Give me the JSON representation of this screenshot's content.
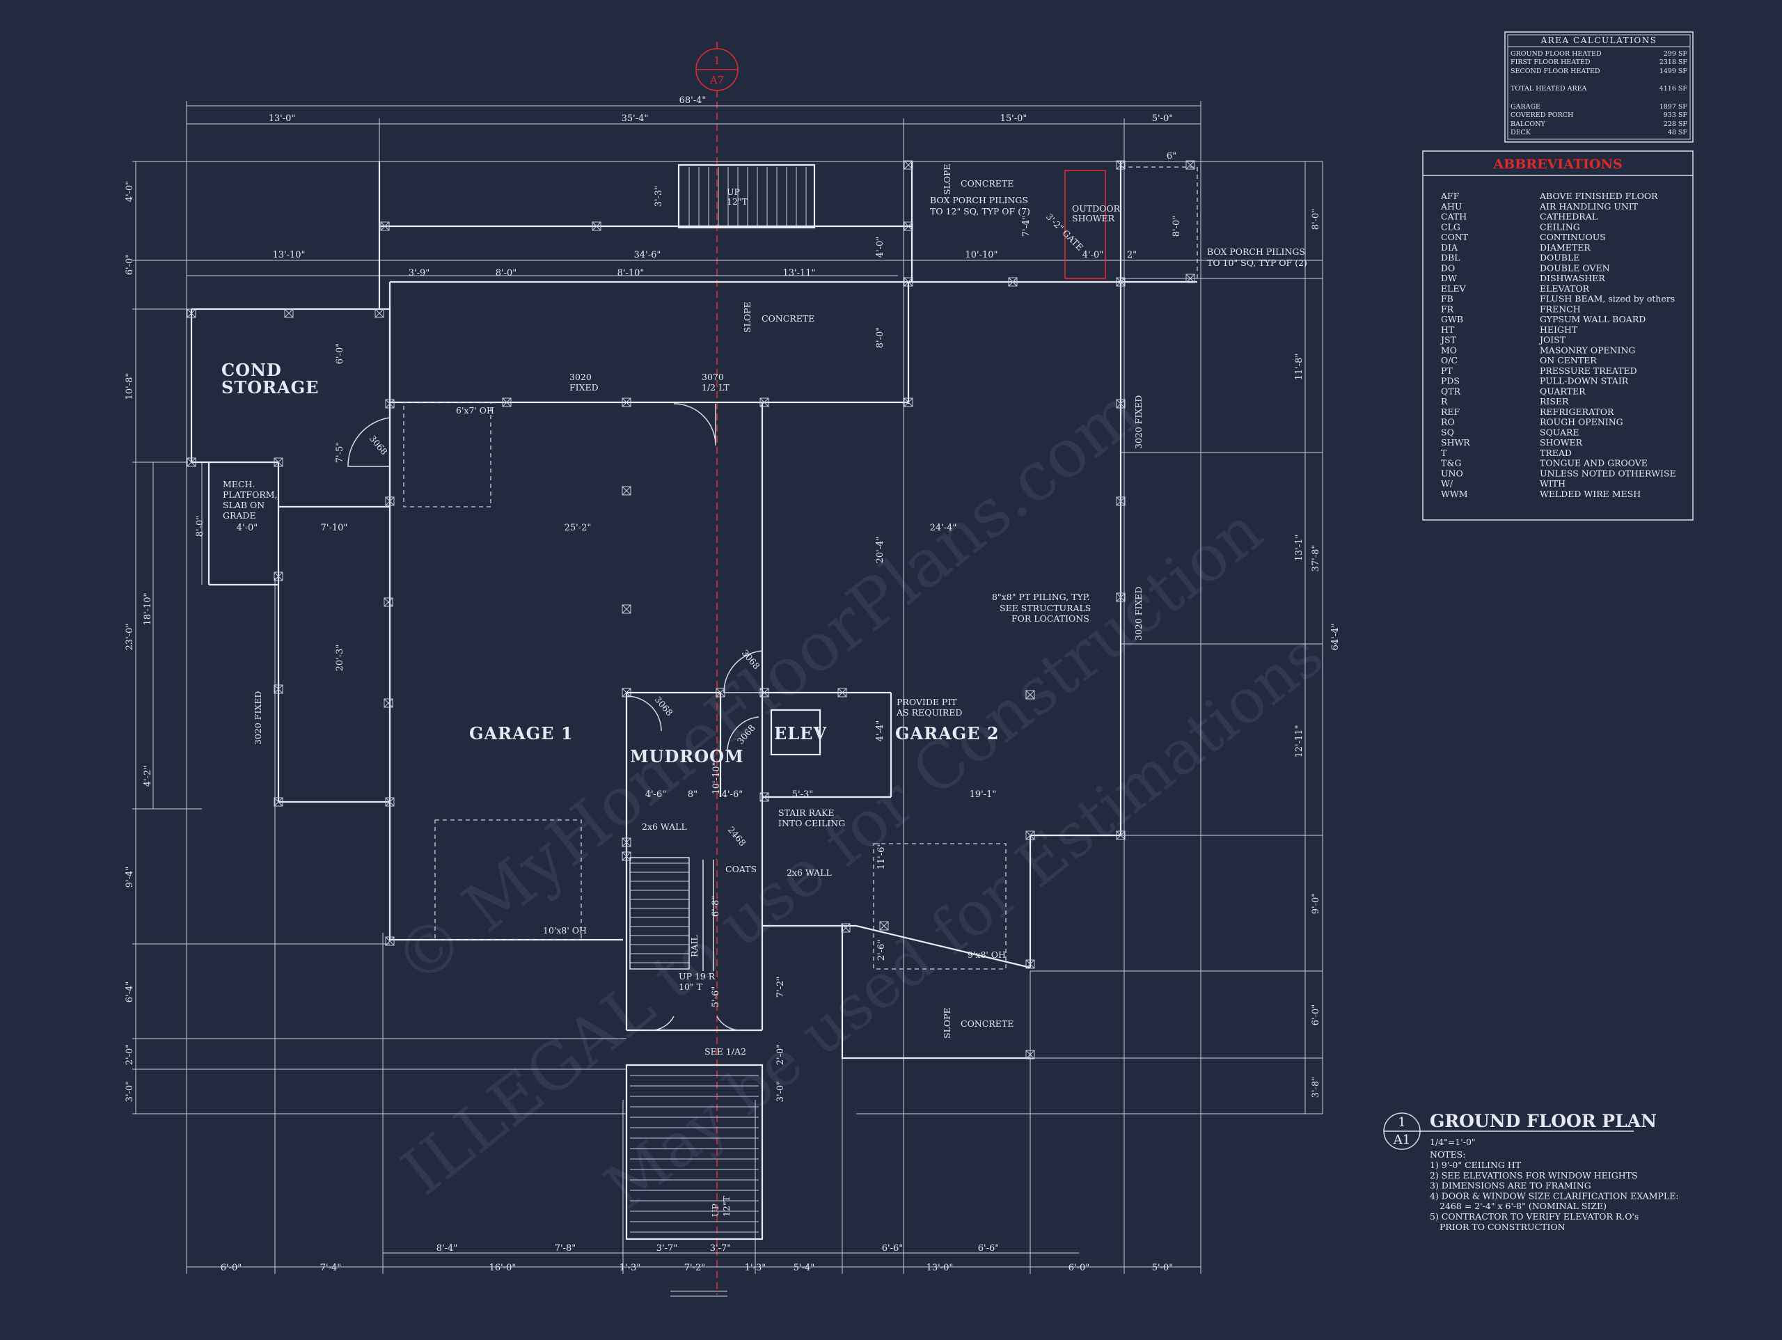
{
  "section_marker": {
    "number": "1",
    "sheet": "A7"
  },
  "dims": {
    "overall": "68'-4\"",
    "top": [
      "13'-0\"",
      "35'-4\"",
      "15'-0\"",
      "5'-0\""
    ],
    "row2": [
      "13'-10\"",
      "34'-6\"",
      "10'-10\"",
      "4'-0\"",
      "2\""
    ],
    "row3": [
      "3'-9\"",
      "8'-0\"",
      "8'-10\"",
      "13'-11\""
    ],
    "bottom": [
      "6'-0\"",
      "7'-4\"",
      "16'-0\"",
      "1'-3\"",
      "7'-2\"",
      "1'-3\"",
      "5'-4\"",
      "13'-0\"",
      "6'-0\"",
      "5'-0\""
    ],
    "bottom2": [
      "8'-4\"",
      "7'-8\"",
      "3'-7\"",
      "3'-7\"",
      "6'-6\"",
      "6'-6\""
    ],
    "left": [
      "4'-0\"",
      "6'-0\"",
      "10'-8\"",
      "23'-0\"",
      "9'-4\"",
      "6'-4\"",
      "2'-0\"",
      "3'-0\""
    ],
    "left_inner": [
      "18'-10\"",
      "8'-0\"",
      "4'-2\""
    ],
    "right": [
      "8'-0\"",
      "11'-8\"",
      "13'-1\"",
      "37'-8\"",
      "64'-4\"",
      "12'-11\"",
      "9'-0\"",
      "6'-0\"",
      "3'-8\""
    ],
    "misc": {
      "d_3_3": "3'-3\"",
      "d_6_0": "6'-0\"",
      "d_7_5": "7'-5\"",
      "d_4_0": "4'-0\"",
      "d_7_10": "7'-10\"",
      "d_25_2": "25'-2\"",
      "d_24_4": "24'-4\"",
      "d_20_3": "20'-3\"",
      "d_20_4": "20'-4\"",
      "d_8_0a": "8'-0\"",
      "d_4_0b": "4'-0\"",
      "d_4_6a": "4'-6\"",
      "d_8": "8\"",
      "d_4_6b": "4'-6\"",
      "d_5_3": "5'-3\"",
      "d_19_1": "19'-1\"",
      "d_10_10": "10'-10\"",
      "d_4_4": "4'-4\"",
      "d_11_6": "11'-6\"",
      "d_2_6": "2'-6\"",
      "d_6_8": "6'-8\"",
      "d_5_6": "5'-6\"",
      "d_7_2": "7'-2\"",
      "d_2_0": "2'-0\"",
      "d_3_0": "3'-0\"",
      "d_7_4": "7'-4\"",
      "d_8_0b": "8'-0\"",
      "d_6": "6\""
    }
  },
  "rooms": {
    "cond_storage": [
      "COND",
      "STORAGE"
    ],
    "garage1": "GARAGE 1",
    "garage2": "GARAGE 2",
    "mudroom": "MUDROOM",
    "elev": "ELEV"
  },
  "labels": {
    "stair_top": [
      "UP",
      "12\"T"
    ],
    "concrete1": "CONCRETE",
    "concrete2": "CONCRETE",
    "concrete3": "CONCRETE",
    "slope": "SLOPE",
    "box_porch_7": [
      "BOX PORCH PILINGS",
      "TO 12\" SQ, TYP OF (7)"
    ],
    "box_porch_2": [
      "BOX PORCH PILINGS",
      "TO 10\" SQ, TYP OF (2)"
    ],
    "outdoor_shower": [
      "OUTDOOR",
      "SHOWER"
    ],
    "gate": "3'-2\" GATE",
    "window_3020a": [
      "3020",
      "FIXED"
    ],
    "door_3070": [
      "3070",
      "1/2 LT"
    ],
    "oh_6x7": "6'x7' OH",
    "door_3068": "3068",
    "window_3020_fixed": "3020 FIXED",
    "mech": [
      "MECH.",
      "PLATFORM,",
      "SLAB ON",
      "GRADE"
    ],
    "piling": [
      "8\"x8\" PT PILING, TYP.",
      "SEE STRUCTURALS",
      "FOR LOCATIONS"
    ],
    "pit": [
      "PROVIDE PIT",
      "AS REQUIRED"
    ],
    "wall_2x6": "2x6 WALL",
    "stair_rake": [
      "STAIR RAKE",
      "INTO CEILING"
    ],
    "door_2468": "2468",
    "coats": "COATS",
    "rail": "RAIL",
    "up19": [
      "UP 19 R",
      "10\" T"
    ],
    "see_1a2": "SEE 1/A2",
    "oh_10x8": "10'x8' OH",
    "oh_9x8": "9'x8' OH",
    "stair_bottom": [
      "UP",
      "12\"T"
    ]
  },
  "area_calc": {
    "title": "AREA CALCULATIONS",
    "rows": [
      {
        "label": "GROUND FLOOR HEATED",
        "value": "299 SF"
      },
      {
        "label": "FIRST FLOOR HEATED",
        "value": "2318 SF"
      },
      {
        "label": "SECOND FLOOR HEATED",
        "value": "1499 SF"
      },
      {
        "label": "TOTAL HEATED AREA",
        "value": "4116 SF"
      },
      {
        "label": "GARAGE",
        "value": "1897 SF"
      },
      {
        "label": "COVERED PORCH",
        "value": "933 SF"
      },
      {
        "label": "BALCONY",
        "value": "228 SF"
      },
      {
        "label": "DECK",
        "value": "48 SF"
      }
    ]
  },
  "abbreviations": {
    "title": "ABBREVIATIONS",
    "items": [
      [
        "AFF",
        "ABOVE FINISHED FLOOR"
      ],
      [
        "AHU",
        "AIR HANDLING UNIT"
      ],
      [
        "CATH",
        "CATHEDRAL"
      ],
      [
        "CLG",
        "CEILING"
      ],
      [
        "CONT",
        "CONTINUOUS"
      ],
      [
        "DIA",
        "DIAMETER"
      ],
      [
        "DBL",
        "DOUBLE"
      ],
      [
        "DO",
        "DOUBLE OVEN"
      ],
      [
        "DW",
        "DISHWASHER"
      ],
      [
        "ELEV",
        "ELEVATOR"
      ],
      [
        "FB",
        "FLUSH BEAM, sized by others"
      ],
      [
        "FR",
        "FRENCH"
      ],
      [
        "GWB",
        "GYPSUM WALL BOARD"
      ],
      [
        "HT",
        "HEIGHT"
      ],
      [
        "JST",
        "JOIST"
      ],
      [
        "MO",
        "MASONRY OPENING"
      ],
      [
        "O/C",
        "ON CENTER"
      ],
      [
        "PT",
        "PRESSURE TREATED"
      ],
      [
        "PDS",
        "PULL-DOWN STAIR"
      ],
      [
        "QTR",
        "QUARTER"
      ],
      [
        "R",
        "RISER"
      ],
      [
        "REF",
        "REFRIGERATOR"
      ],
      [
        "RO",
        "ROUGH OPENING"
      ],
      [
        "SQ",
        "SQUARE"
      ],
      [
        "SHWR",
        "SHOWER"
      ],
      [
        "T",
        "TREAD"
      ],
      [
        "T&G",
        "TONGUE AND GROOVE"
      ],
      [
        "UNO",
        "UNLESS NOTED OTHERWISE"
      ],
      [
        "W/",
        "WITH"
      ],
      [
        "WWM",
        "WELDED WIRE MESH"
      ]
    ]
  },
  "title_block": {
    "number": "1",
    "sheet": "A1",
    "title": "GROUND FLOOR PLAN",
    "scale": "1/4\"=1'-0\"",
    "notes_heading": "NOTES:",
    "notes": [
      "1) 9'-0\" CEILING HT",
      "2) SEE ELEVATIONS FOR WINDOW HEIGHTS",
      "3) DIMENSIONS ARE TO FRAMING",
      "4) DOOR & WINDOW SIZE CLARIFICATION EXAMPLE:",
      "2468 = 2'-4\" x 6'-8\" (NOMINAL SIZE)",
      "5) CONTRACTOR TO VERIFY ELEVATOR R.O's",
      "PRIOR TO CONSTRUCTION"
    ]
  },
  "watermark": [
    "© MyHomeFloorPlans.com",
    "ILLEGAL to use for Construction",
    "May be used for Estimations"
  ],
  "colors": {
    "background": "#222a3f",
    "line": "#d8dce8",
    "accent_red": "#e02a2a"
  }
}
